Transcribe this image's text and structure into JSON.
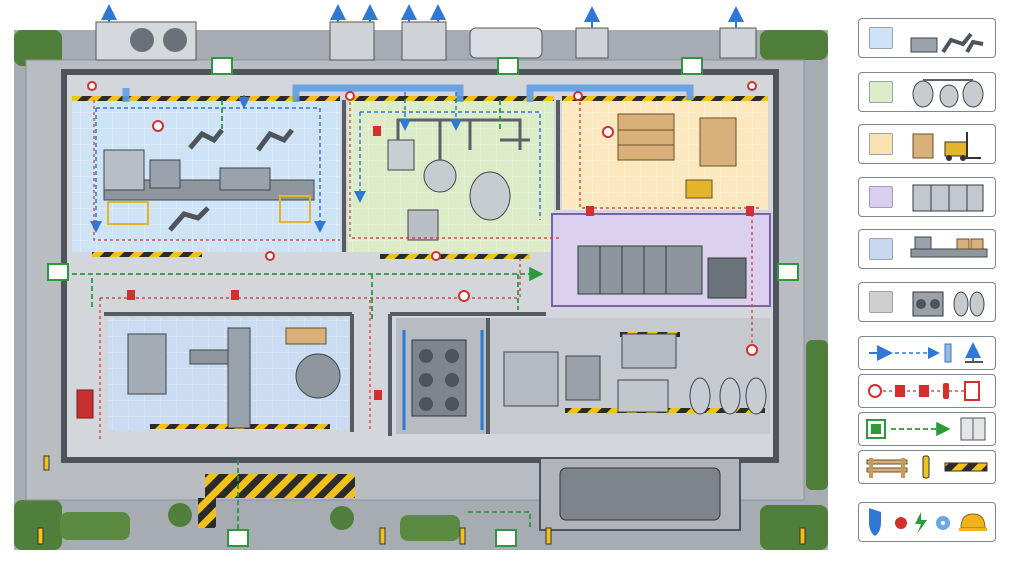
{
  "colors": {
    "zone_automation": "#cfe3f7",
    "zone_processing": "#dcecc8",
    "zone_storage": "#fbe8bf",
    "zone_electrical": "#dcd0ef",
    "zone_packaging": "#c9dcf2",
    "zone_utilities": "#cfcfcf",
    "hvac_line": "#2f78d4",
    "fire_line": "#d42f2f",
    "egress_line": "#2a9a3a",
    "hazard_yellow": "#f2c21b",
    "wall": "#5d646c",
    "floor_outer": "#9aa0a6",
    "hedge": "#4f7f3a"
  },
  "legend": [
    {
      "key": "zone-automation",
      "swatch": "#cfe3f7",
      "icon": "robotic-arm-icon"
    },
    {
      "key": "zone-processing",
      "swatch": "#dcecc8",
      "icon": "process-tanks-icon"
    },
    {
      "key": "zone-storage",
      "swatch": "#fbe3b0",
      "icon": "forklift-icon"
    },
    {
      "key": "zone-electrical",
      "swatch": "#d9cdf0",
      "icon": "switchgear-icon"
    },
    {
      "key": "zone-packaging",
      "swatch": "#c7d7ee",
      "icon": "conveyor-icon"
    },
    {
      "key": "zone-utilities",
      "swatch": "#cfcfcf",
      "icon": "chiller-icon"
    },
    {
      "key": "hvac-ducts",
      "icon": "duct-arrow-icon"
    },
    {
      "key": "fire-safety",
      "icon": "fire-alarm-icon"
    },
    {
      "key": "emergency-egress",
      "icon": "exit-sign-icon"
    },
    {
      "key": "barriers",
      "icon": "barrier-icon"
    },
    {
      "key": "safety-symbols",
      "icon": "shield-icon"
    }
  ]
}
